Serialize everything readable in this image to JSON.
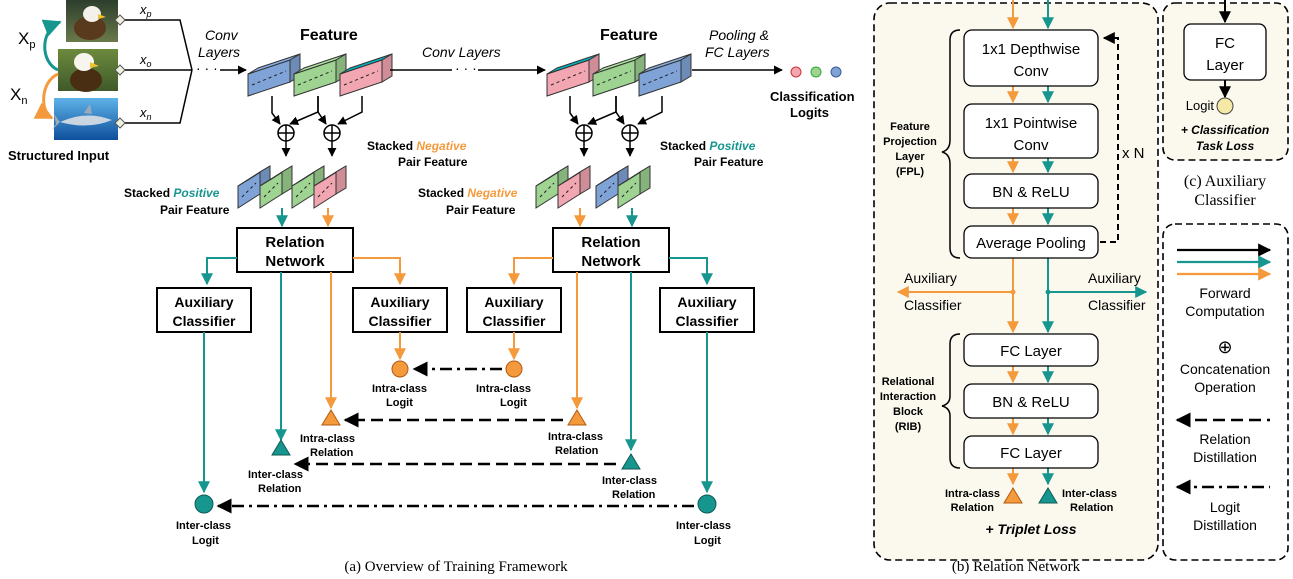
{
  "colors": {
    "orange": "#f59a3c",
    "teal": "#17958f",
    "blue": "#7fa3d6",
    "green": "#9ed392",
    "pink": "#f2a6b2",
    "black": "#000000",
    "panel_bg": "#fbf9ee"
  },
  "panel_a": {
    "caption": "(a) Overview of Training Framework",
    "xp": "X",
    "xp_sub": "p",
    "xn": "X",
    "xn_sub": "n",
    "img_label_p": "x",
    "img_label_p_sub": "p",
    "img_label_o": "x",
    "img_label_o_sub": "o",
    "img_label_n": "x",
    "img_label_n_sub": "n",
    "images": [
      "eagle",
      "bald-eagle",
      "shark"
    ],
    "structured_input": "Structured Input",
    "conv_layers_1a": "Conv",
    "conv_layers_1b": "Layers",
    "feature_left": "Feature",
    "conv_layers_2": "Conv Layers",
    "feature_right": "Feature",
    "pooling_1": "Pooling &",
    "pooling_2": "FC Layers",
    "class_logits_1": "Classification",
    "class_logits_2": "Logits",
    "stacked_neg_top_1": "Stacked ",
    "stacked_neg_top_em": "Negative",
    "stacked_neg_top_2": "Pair Feature",
    "stacked_pos_left_1": "Stacked ",
    "stacked_pos_left_em": "Positive",
    "stacked_pos_left_2": "Pair Feature",
    "stacked_neg_bot_1": "Stacked ",
    "stacked_neg_bot_em": "Negative",
    "stacked_neg_bot_2": "Pair Feature",
    "stacked_pos_right_1": "Stacked ",
    "stacked_pos_right_em": "Positive",
    "stacked_pos_right_2": "Pair Feature",
    "relation_network_1": "Relation",
    "relation_network_2": "Network",
    "aux_1": "Auxiliary",
    "aux_2": "Classifier",
    "intra_logit_1": "Intra-class",
    "intra_logit_2": "Logit",
    "intra_rel_1": "Intra-class",
    "intra_rel_2": "Relation",
    "inter_rel_1": "Inter-class",
    "inter_rel_2": "Relation",
    "inter_logit_1": "Inter-class",
    "inter_logit_2": "Logit"
  },
  "panel_b": {
    "caption": "(b) Relation Network",
    "depthwise_1": "1x1 Depthwise",
    "depthwise_2": "Conv",
    "pointwise_1": "1x1 Pointwise",
    "pointwise_2": "Conv",
    "bn_relu": "BN & ReLU",
    "avg_pool": "Average Pooling",
    "repeat": "x N",
    "fpl": [
      "Feature",
      "Projection",
      "Layer",
      "(FPL)"
    ],
    "aux_left_1": "Auxiliary",
    "aux_left_2": "Classifier",
    "aux_right_1": "Auxiliary",
    "aux_right_2": "Classifier",
    "fc_layer_1": "FC Layer",
    "bn_relu_2": "BN & ReLU",
    "fc_layer_2": "FC Layer",
    "rib": [
      "Relational",
      "Interaction",
      "Block",
      "(RIB)"
    ],
    "intra_rel_1": "Intra-class",
    "intra_rel_2": "Relation",
    "inter_rel_1": "Inter-class",
    "inter_rel_2": "Relation",
    "triplet_loss": "+ Triplet Loss"
  },
  "panel_c": {
    "fc_1": "FC",
    "fc_2": "Layer",
    "logit": "Logit",
    "task_loss_1": "+ Classification",
    "task_loss_2": "Task Loss",
    "caption_1": "(c) Auxiliary",
    "caption_2": "Classifier"
  },
  "legend": {
    "forward_1": "Forward",
    "forward_2": "Computation",
    "concat_symbol": "⊕",
    "concat_1": "Concatenation",
    "concat_2": "Operation",
    "relation_1": "Relation",
    "relation_2": "Distillation",
    "logit_1": "Logit",
    "logit_2": "Distillation"
  }
}
